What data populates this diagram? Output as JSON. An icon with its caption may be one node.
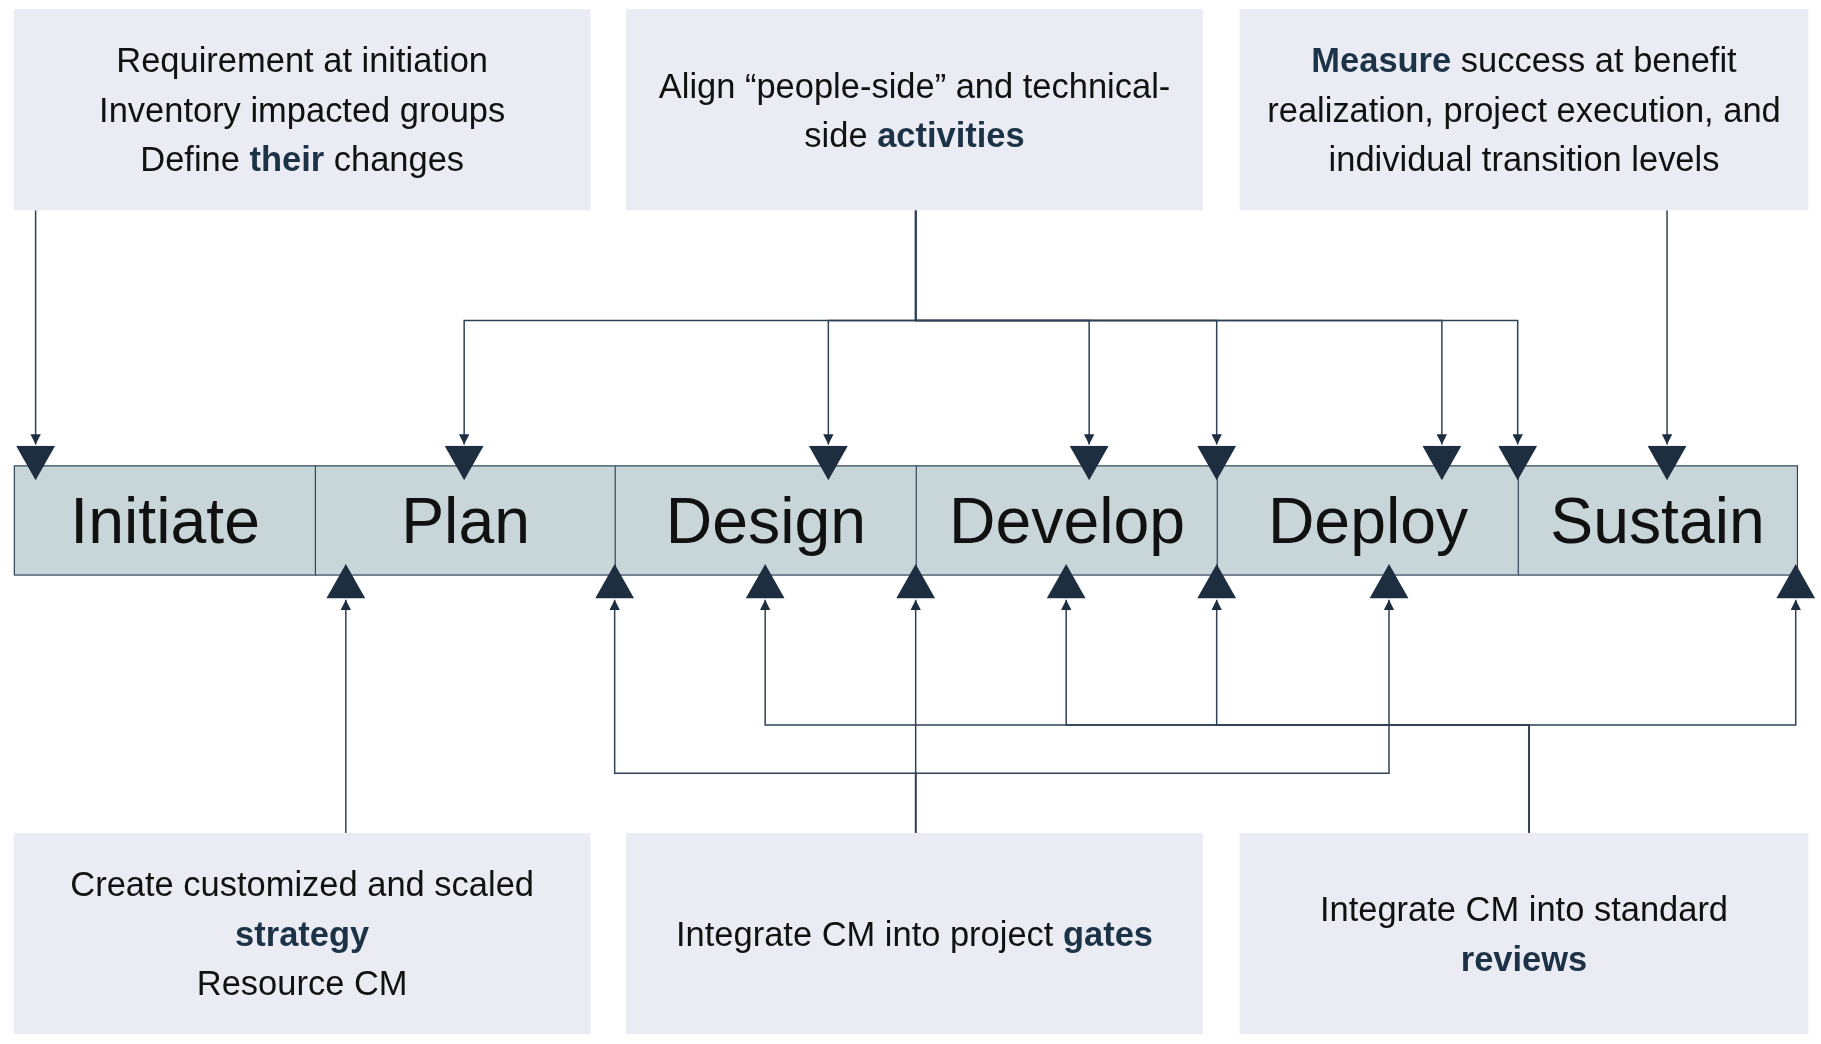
{
  "diagram": {
    "nodes": [
      {
        "text": [
          "Requirement at initiation",
          "Inventory impacted groups",
          "Define **their** changes"
        ]
      },
      {
        "text": [
          "Align “people-side” and technical-side **activities**"
        ]
      },
      {
        "text": [
          "**Measure** success at benefit realization, project execution, and individual transition levels"
        ]
      },
      {
        "text": [],
        "shape": "triangle"
      },
      {
        "text": [],
        "shape": "triangle"
      },
      {
        "text": [],
        "shape": "triangle"
      },
      {
        "text": [],
        "shape": "triangle"
      },
      {
        "text": [],
        "shape": "triangle"
      },
      {
        "text": [],
        "shape": "triangle"
      },
      {
        "text": [],
        "shape": "triangle"
      },
      {
        "text": [],
        "shape": "triangle"
      },
      {
        "text": [
          "Initiate"
        ]
      },
      {
        "text": [
          "Plan"
        ]
      },
      {
        "text": [
          "Design"
        ]
      },
      {
        "text": [
          "Develop"
        ]
      },
      {
        "text": [
          "Deploy"
        ]
      },
      {
        "text": [
          "Sustain"
        ]
      },
      {
        "text": [],
        "shape": "triangle"
      },
      {
        "text": [],
        "shape": "triangle"
      },
      {
        "text": [],
        "shape": "triangle"
      },
      {
        "text": [],
        "shape": "triangle"
      },
      {
        "text": [],
        "shape": "triangle"
      },
      {
        "text": [],
        "shape": "triangle"
      },
      {
        "text": [],
        "shape": "triangle"
      },
      {
        "text": [],
        "shape": "triangle"
      },
      {
        "text": [
          "Create customized and scaled **strategy**",
          "Resource CM"
        ]
      },
      {
        "text": [
          "Integrate CM into project **gates**"
        ]
      },
      {
        "text": [
          "Integrate CM into standard **reviews**"
        ]
      }
    ],
    "edges": [
      {
        "from": 0,
        "to": 3,
        "arrow": "to"
      },
      {
        "from": 1,
        "to": 4,
        "arrow": "to"
      },
      {
        "from": 1,
        "to": 5,
        "arrow": "to"
      },
      {
        "from": 1,
        "to": 6,
        "arrow": "to"
      },
      {
        "from": 1,
        "to": 7,
        "arrow": "to"
      },
      {
        "from": 1,
        "to": 8,
        "arrow": "to"
      },
      {
        "from": 1,
        "to": 9,
        "arrow": "to"
      },
      {
        "from": 2,
        "to": 10,
        "arrow": "to"
      },
      {
        "from": 25,
        "to": 17,
        "arrow": "to"
      },
      {
        "from": 26,
        "to": 18,
        "arrow": "to"
      },
      {
        "from": 26,
        "to": 20,
        "arrow": "to"
      },
      {
        "from": 26,
        "to": 23,
        "arrow": "to"
      },
      {
        "from": 27,
        "to": 19,
        "arrow": "to"
      },
      {
        "from": 27,
        "to": 21,
        "arrow": "to"
      },
      {
        "from": 27,
        "to": 22,
        "arrow": "to"
      },
      {
        "from": 27,
        "to": 24,
        "arrow": "to"
      }
    ]
  }
}
